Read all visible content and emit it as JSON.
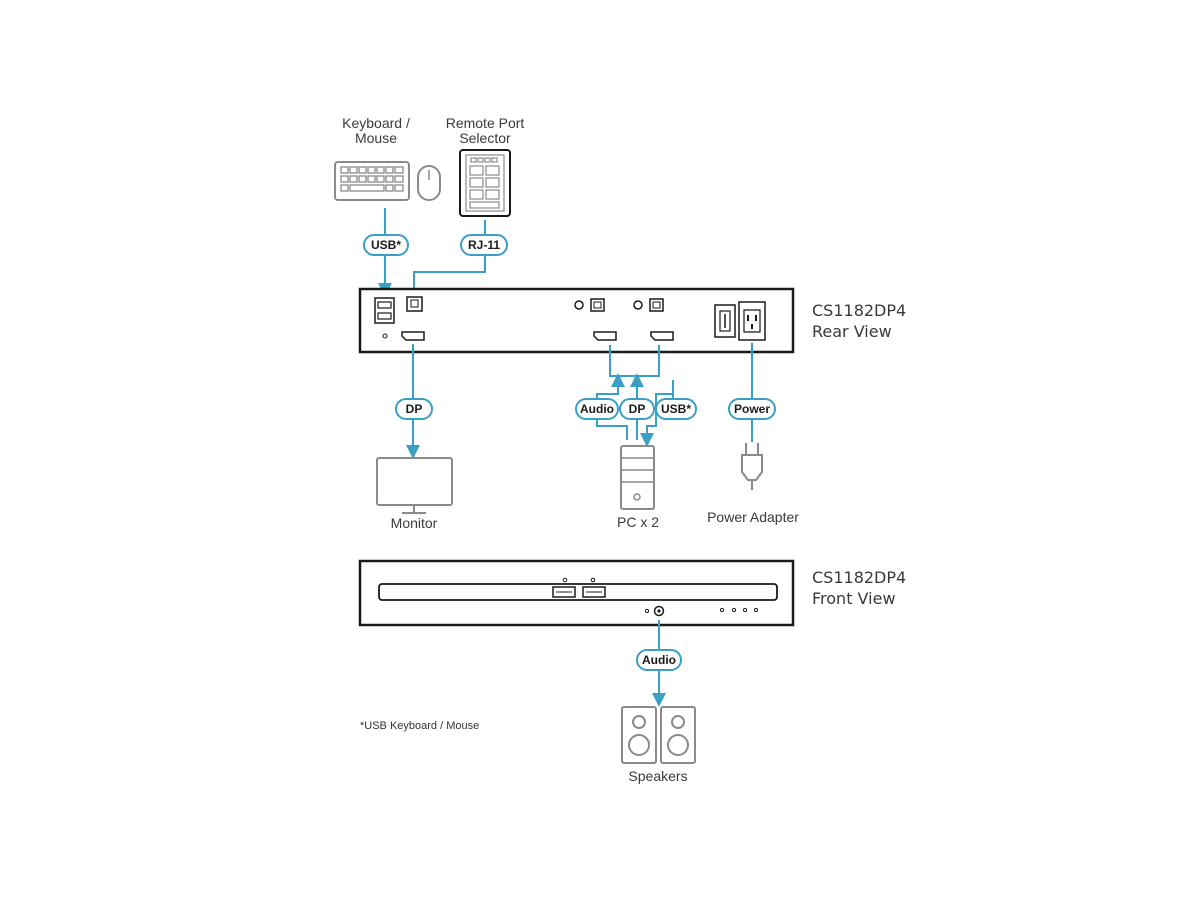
{
  "labels": {
    "keyboard_mouse": [
      "Keyboard /",
      "Mouse"
    ],
    "remote_selector": [
      "Remote Port",
      "Selector"
    ],
    "monitor": "Monitor",
    "pc": "PC x 2",
    "power_adapter": "Power Adapter",
    "speakers": "Speakers"
  },
  "devices": {
    "rear": {
      "model": "CS1182DP4",
      "view": "Rear View"
    },
    "front": {
      "model": "CS1182DP4",
      "view": "Front View"
    }
  },
  "cable_tags": {
    "usb_kbm": "USB*",
    "rj11": "RJ-11",
    "dp_monitor": "DP",
    "audio_pc": "Audio",
    "dp_pc": "DP",
    "usb_pc": "USB*",
    "power": "Power",
    "audio_front": "Audio"
  },
  "footnote": "*USB Keyboard / Mouse",
  "colors": {
    "cable": "#3a9fc4",
    "outline": "#8a8a8a",
    "device_border": "#1a1a1a",
    "text": "#3a3a3a"
  }
}
